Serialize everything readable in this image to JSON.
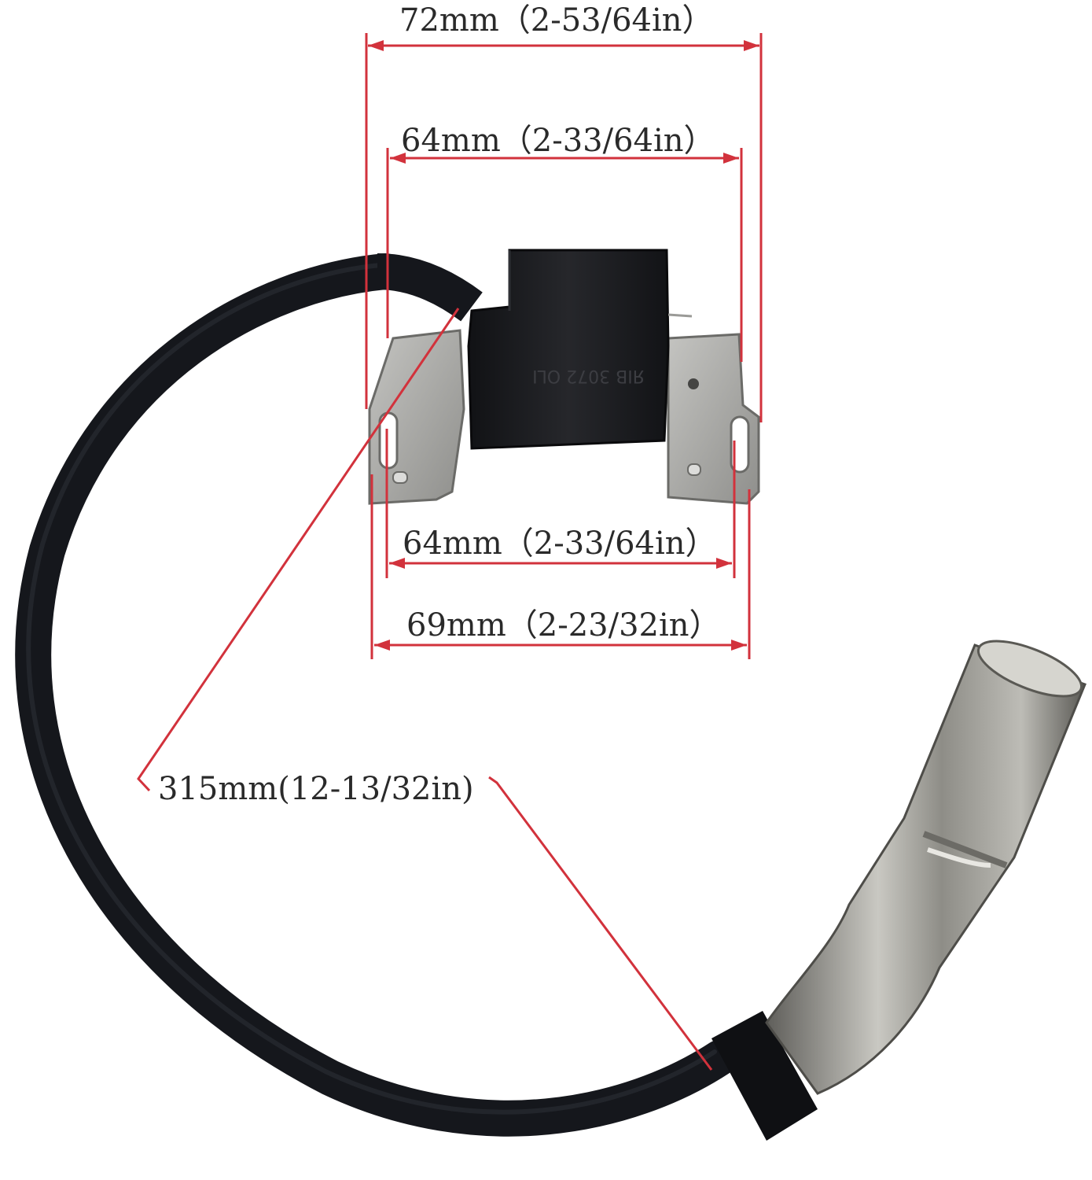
{
  "colors": {
    "background": "#ffffff",
    "dimension_line": "#d2323c",
    "label_text": "#2a2a2a",
    "cable": "#15171c",
    "coil_body": "#1b1c20",
    "metal": "#a9a9a6",
    "boot_metal": "#8d8c86"
  },
  "dimensions": {
    "top_outer": "72mm（2-53/64in）",
    "top_inner": "64mm（2-33/64in）",
    "bottom_inner": "64mm（2-33/64in）",
    "bottom_outer": "69mm（2-23/32in）",
    "cable_length": "315mm(12-13/32in)"
  },
  "coil_marking": "ЯIB 3072 OLI"
}
